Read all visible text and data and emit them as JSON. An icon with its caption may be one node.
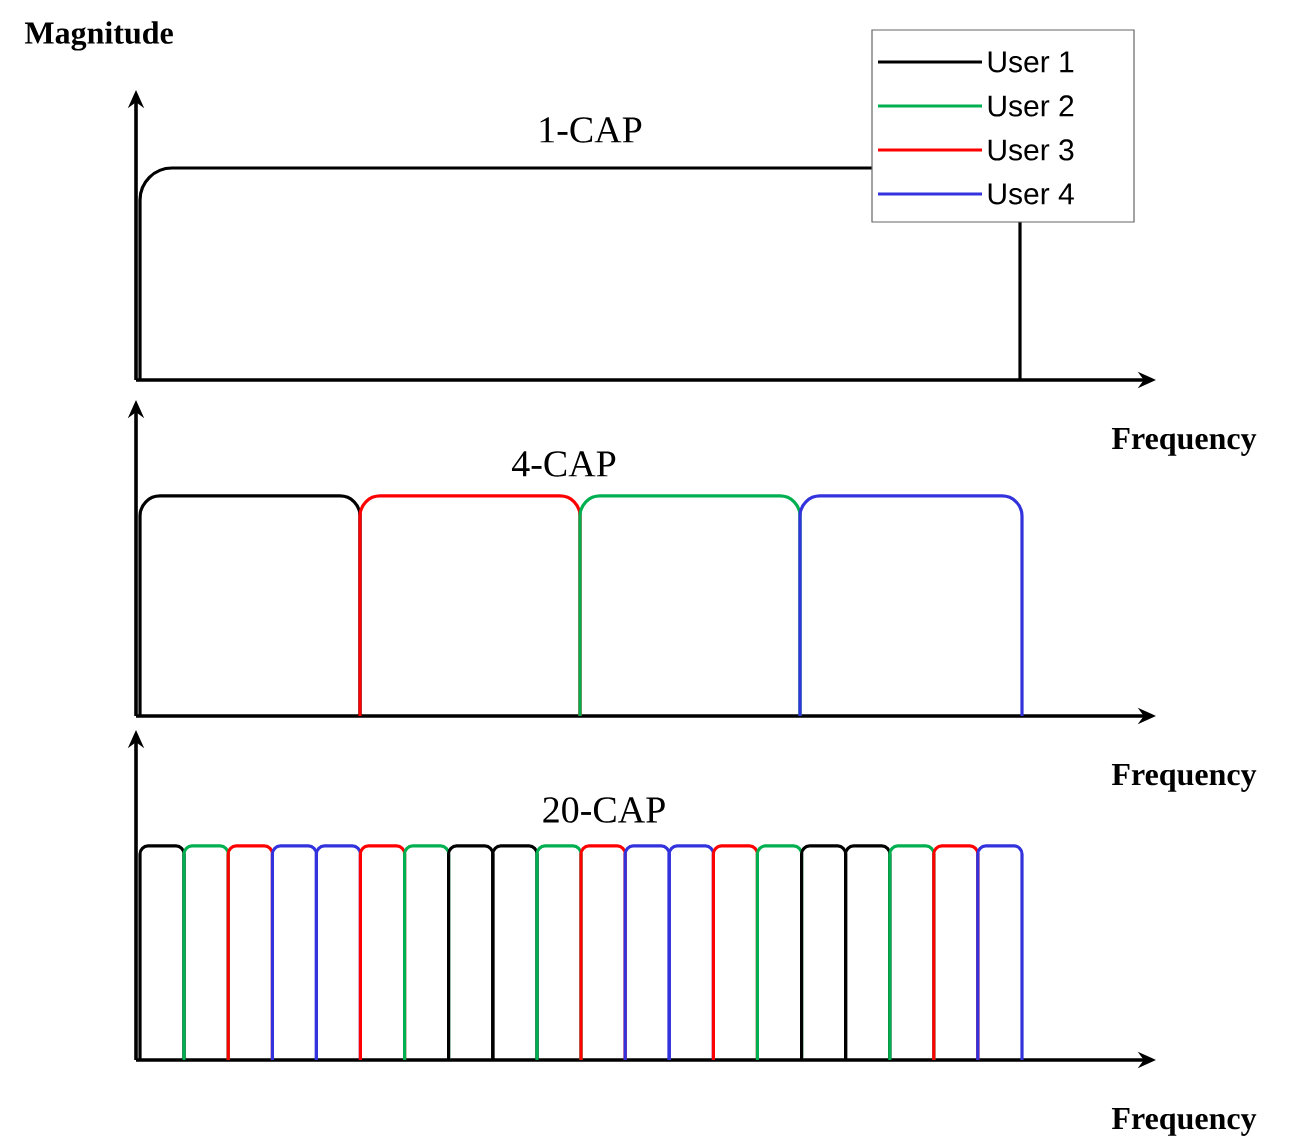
{
  "diagram": {
    "labels": [
      "Magnitude",
      "1-CAP",
      "Frequency",
      "4-CAP",
      "Frequency",
      "20-CAP",
      "Frequency"
    ],
    "legend": [
      {
        "text": "User 1"
      },
      {
        "text": "User 2"
      },
      {
        "text": "User 3"
      },
      {
        "text": "User 4"
      }
    ]
  }
}
